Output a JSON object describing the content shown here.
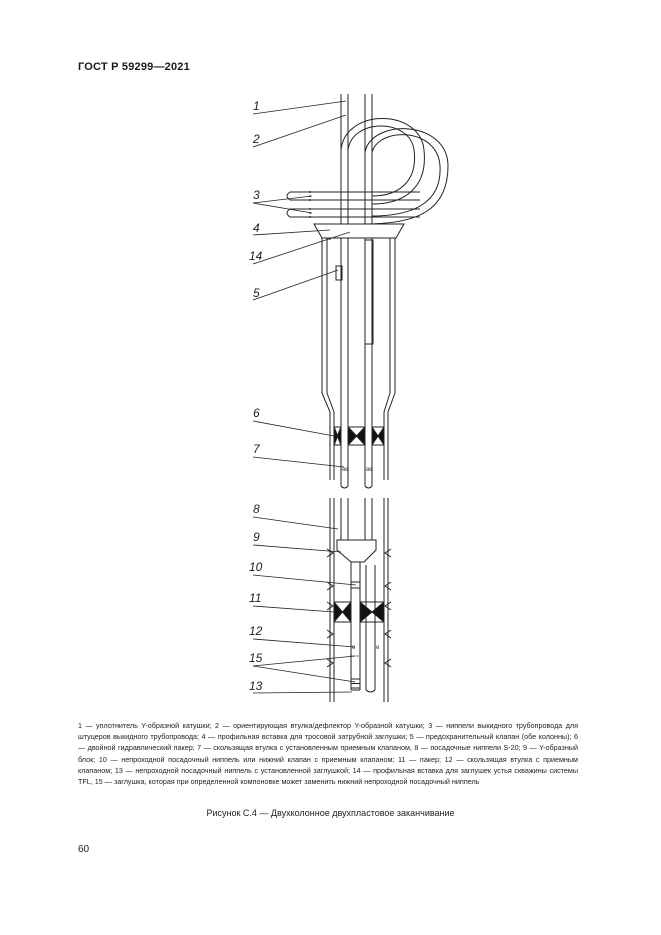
{
  "header": {
    "standard": "ГОСТ Р 59299—2021"
  },
  "callouts": {
    "c1": "1",
    "c2": "2",
    "c3": "3",
    "c4": "4",
    "c14": "14",
    "c5": "5",
    "c6": "6",
    "c7": "7",
    "c8": "8",
    "c9": "9",
    "c10": "10",
    "c11": "11",
    "c12": "12",
    "c15": "15",
    "c13": "13"
  },
  "legend": "1 — уплотнитель Y-образной катушки; 2 — ориентирующая втулка/дефлектор Y-образной катушки; 3 — ниппели выкидного трубопровода для штуцеров выкидного трубопровода; 4 — профильная вставка для тросовой затрубной заглушки; 5 — предохранительный клапан (обе колонны); 6 — двойной гидравлический пакер; 7 — скользящая втулка с установленным приемным клапаном, 8 — посадочные ниппели S-20; 9 — Y-образный блок; 10 — непроходной посадочный ниппель или нижний клапан с приемным клапаном; 11 — пакер; 12 — скользящая втулка с приемным клапаном; 13 — непроходной посадочный ниппель с установленной заглушкой; 14 — профильная вставка для заглушек устья скважины системы TFL, 15 — заглушка, которая при определенной компоновке может заменить нижний непроходной посадочный ниппель",
  "caption": "Рисунок С.4 — Двухколонное двухпластовое заканчивание",
  "page_number": "60"
}
